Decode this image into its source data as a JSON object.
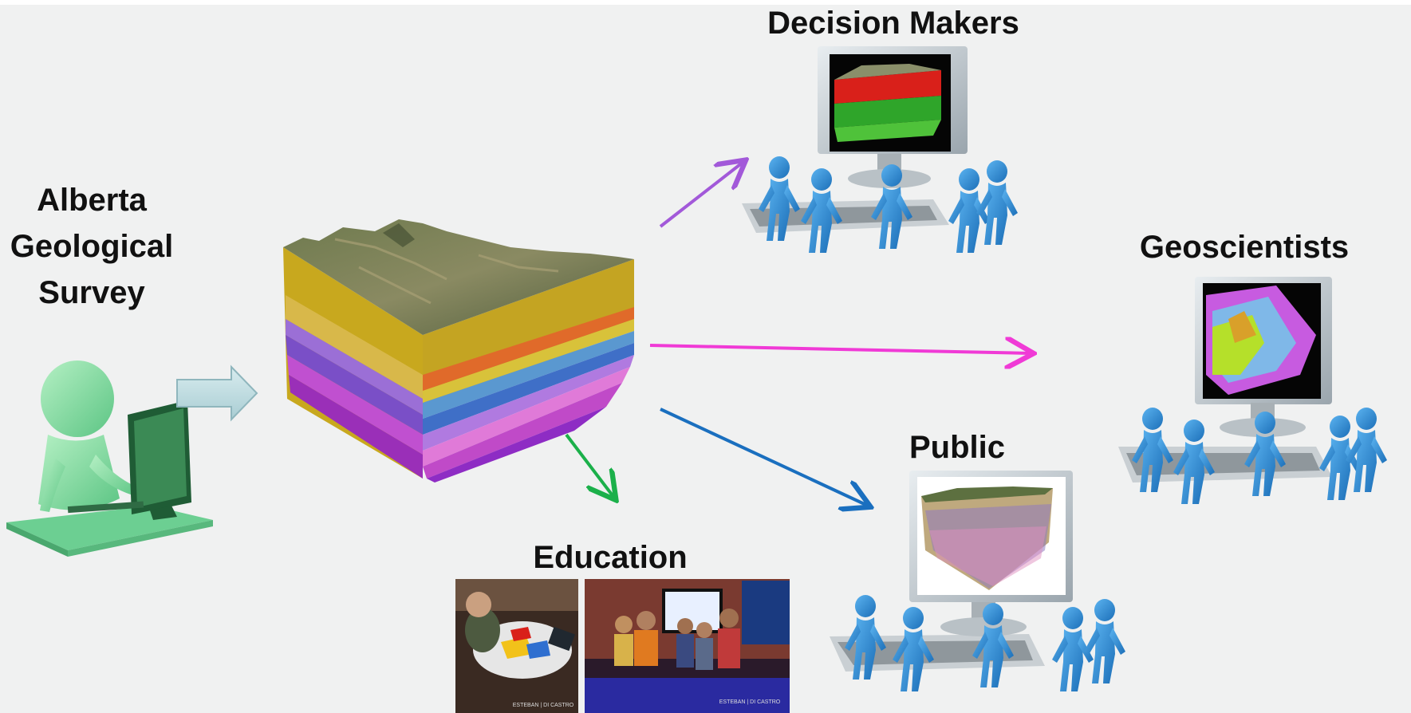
{
  "labels": {
    "source_line1": "Alberta",
    "source_line2": "Geological",
    "source_line3": "Survey",
    "decision_makers": "Decision Makers",
    "geoscientists": "Geoscientists",
    "public": "Public",
    "education": "Education"
  },
  "photo_credits": {
    "left": "ESTEBAN | DI CASTRO",
    "right": "ESTEBAN | DI CASTRO"
  },
  "colors": {
    "arrow_decision_makers": "#a259d9",
    "arrow_geoscientists": "#f03ad6",
    "arrow_public": "#1a6fbf",
    "arrow_education": "#1bb04a",
    "figure_blue": "#2f8fd6",
    "figure_green": "#8fe0a8"
  }
}
